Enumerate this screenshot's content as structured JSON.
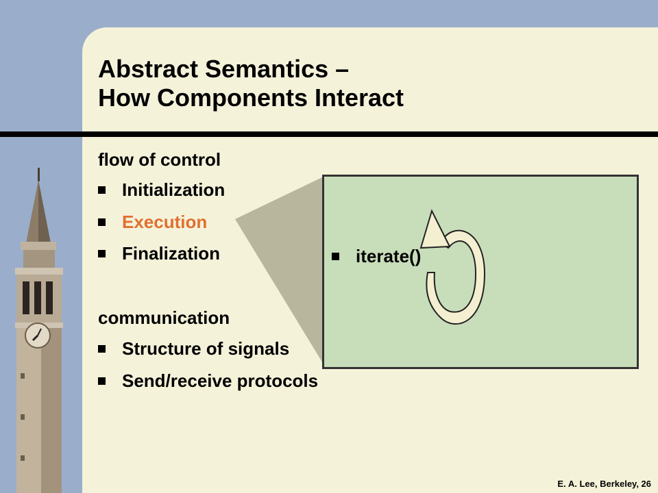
{
  "slide": {
    "title_line1": "Abstract Semantics –",
    "title_line2": "How Components Interact",
    "sections": [
      {
        "heading": "flow of control",
        "bullets": [
          "Initialization",
          "Execution",
          "Finalization"
        ]
      },
      {
        "heading": "communication",
        "bullets": [
          "Structure of signals",
          "Send/receive protocols"
        ]
      }
    ],
    "callout": {
      "label": "iterate()"
    },
    "footer": "E. A. Lee, Berkeley, 26"
  },
  "colors": {
    "background": "#9aaecb",
    "panel": "#f5f2da",
    "accent": "#e07030",
    "callout_fill": "#c8deba",
    "wedge": "#b8b69d"
  }
}
